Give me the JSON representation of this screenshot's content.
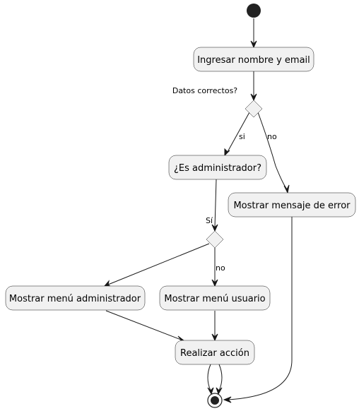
{
  "diagram": {
    "type": "activity-diagram",
    "actions": {
      "ingresar": "Ingresar nombre y email",
      "es_admin": "¿Es administrador?",
      "error": "Mostrar mensaje de error",
      "menu_admin": "Mostrar menú administrador",
      "menu_usuario": "Mostrar menú usuario",
      "realizar": "Realizar acción"
    },
    "decisions": {
      "datos_correctos": "Datos correctos?",
      "es_admin_label": "Sí"
    },
    "guards": {
      "datos_si": "si",
      "datos_no": "no",
      "admin_no": "no"
    },
    "colors": {
      "box_fill": "#F1F1F1",
      "stroke": "#181818",
      "start_fill": "#222222"
    }
  }
}
